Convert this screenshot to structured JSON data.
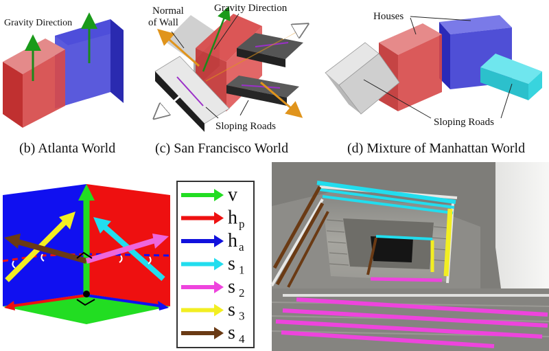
{
  "panel_b": {
    "label_gravity": "Gravity Direction",
    "caption": "(b) Atlanta World"
  },
  "panel_c": {
    "label_normal_1": "Normal",
    "label_normal_2": "of Wall",
    "label_gravity": "Gravity Direction",
    "label_sloping": "Sloping Roads",
    "caption": "(c) San Francisco World"
  },
  "panel_d": {
    "label_houses": "Houses",
    "label_sloping": "Sloping Roads",
    "caption": "(d) Mixture of Manhattan World"
  },
  "legend": {
    "items": [
      {
        "sym": "v",
        "sub": "",
        "color": "#22dd22"
      },
      {
        "sym": "h",
        "sub": "p",
        "color": "#ee1111"
      },
      {
        "sym": "h",
        "sub": "a",
        "color": "#1111dd"
      },
      {
        "sym": "s",
        "sub": "1",
        "color": "#22ddee"
      },
      {
        "sym": "s",
        "sub": "2",
        "color": "#ee44dd"
      },
      {
        "sym": "s",
        "sub": "3",
        "color": "#f2ee22"
      },
      {
        "sym": "s",
        "sub": "4",
        "color": "#6a3a14"
      }
    ]
  },
  "colors": {
    "red_box": "#d63a3a",
    "blue_box": "#3a3ad6",
    "grey_box": "#bdbdbd",
    "cyan_box": "#40d0dc",
    "arrow_orange": "#e0941c"
  },
  "icons": [
    "gravity-arrow-icon",
    "normal-arrow-icon",
    "legend-arrow-icon"
  ]
}
